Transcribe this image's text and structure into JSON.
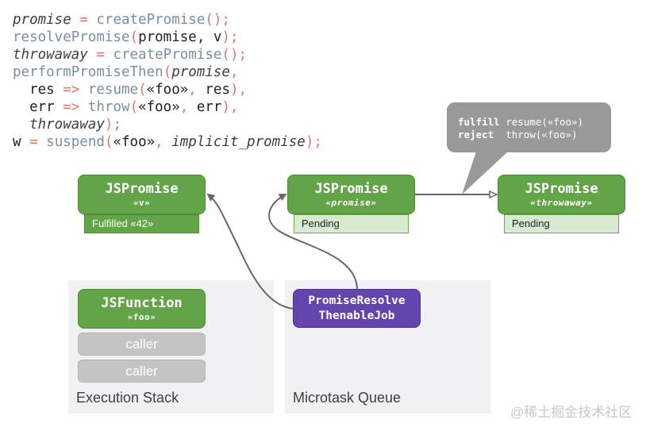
{
  "code": {
    "lines": [
      [
        {
          "t": "promise",
          "c": "it"
        },
        {
          "t": " = ",
          "c": "op"
        },
        {
          "t": "createPromise",
          "c": "fn"
        },
        {
          "t": "();",
          "c": "pn"
        }
      ],
      [
        {
          "t": "resolvePromise",
          "c": "fn"
        },
        {
          "t": "(",
          "c": "pn"
        },
        {
          "t": "promise, v",
          "c": ""
        },
        {
          "t": ");",
          "c": "pn"
        }
      ],
      [
        {
          "t": "throwaway",
          "c": "it"
        },
        {
          "t": " = ",
          "c": "op"
        },
        {
          "t": "createPromise",
          "c": "fn"
        },
        {
          "t": "();",
          "c": "pn"
        }
      ],
      [
        {
          "t": "performPromiseThen",
          "c": "fn"
        },
        {
          "t": "(",
          "c": "pn"
        },
        {
          "t": "promise",
          "c": "it"
        },
        {
          "t": ",",
          "c": "pn"
        }
      ],
      [
        {
          "t": "  res ",
          "c": ""
        },
        {
          "t": "=>",
          "c": "op"
        },
        {
          "t": " resume",
          "c": "fn"
        },
        {
          "t": "(",
          "c": "pn"
        },
        {
          "t": "«foo»",
          "c": ""
        },
        {
          "t": ", ",
          "c": "pn"
        },
        {
          "t": "res",
          "c": ""
        },
        {
          "t": "),",
          "c": "pn"
        }
      ],
      [
        {
          "t": "  err ",
          "c": ""
        },
        {
          "t": "=>",
          "c": "op"
        },
        {
          "t": " throw",
          "c": "fn"
        },
        {
          "t": "(",
          "c": "pn"
        },
        {
          "t": "«foo»",
          "c": ""
        },
        {
          "t": ", ",
          "c": "pn"
        },
        {
          "t": "err",
          "c": ""
        },
        {
          "t": "),",
          "c": "pn"
        }
      ],
      [
        {
          "t": "  throwaway",
          "c": "it"
        },
        {
          "t": ");",
          "c": "pn"
        }
      ],
      [
        {
          "t": "w",
          "c": ""
        },
        {
          "t": " = ",
          "c": "op"
        },
        {
          "t": "suspend",
          "c": "fn"
        },
        {
          "t": "(",
          "c": "pn"
        },
        {
          "t": "«foo»",
          "c": ""
        },
        {
          "t": ", ",
          "c": "pn"
        },
        {
          "t": "implicit_promise",
          "c": "it"
        },
        {
          "t": ");",
          "c": "pn"
        }
      ]
    ]
  },
  "promises": [
    {
      "title": "JSPromise",
      "label": "«v»",
      "state": "Fulfilled «42»",
      "state_kind": "fulfilled"
    },
    {
      "title": "JSPromise",
      "label": "«promise»",
      "state": "Pending",
      "state_kind": "pending"
    },
    {
      "title": "JSPromise",
      "label": "«throwaway»",
      "state": "Pending",
      "state_kind": "pending"
    }
  ],
  "reaction_bubble": {
    "fulfill_key": "fulfill",
    "fulfill_value": "resume(«foo»)",
    "reject_key": "reject",
    "reject_value": "throw(«foo»)"
  },
  "execution_stack": {
    "label": "Execution Stack",
    "function_title": "JSFunction",
    "function_label": "«foo»",
    "callers": [
      "caller",
      "caller"
    ]
  },
  "microtask_queue": {
    "label": "Microtask Queue",
    "job_line1": "PromiseResolve",
    "job_line2": "ThenableJob"
  },
  "watermark": "@稀土掘金技术社区",
  "colors": {
    "promise_green": "#64a448",
    "pending_fill": "#d9ead3",
    "job_purple": "#6345ad",
    "caller_gray": "#c4c4c4",
    "bubble_gray": "#999999",
    "panel_bg": "#f1f1f3"
  }
}
